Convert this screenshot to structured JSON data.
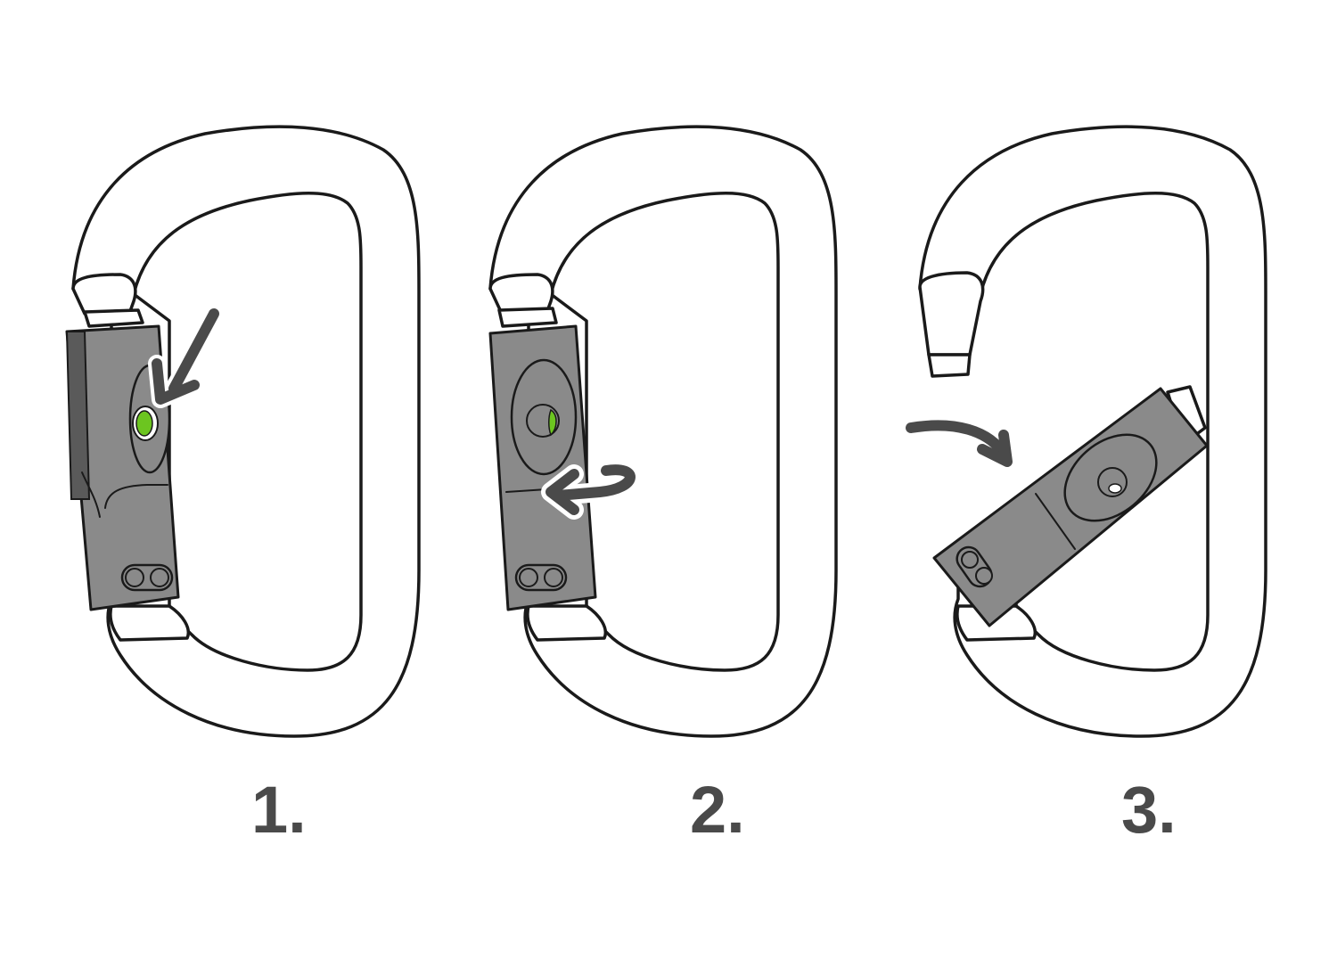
{
  "colors": {
    "gate": "#8a8a8a",
    "gate_dark": "#5a5a5a",
    "outline": "#1a1a1a",
    "arrow": "#4a4a4a",
    "indicator_green": "#6cc520",
    "label": "#4a4a4a",
    "background": "#ffffff"
  },
  "icons": [
    "carabiner-icon",
    "gate-icon",
    "press-arrow-icon",
    "rotate-arrow-icon",
    "swing-arrow-icon",
    "green-indicator-icon"
  ],
  "steps": [
    {
      "label": "1.",
      "action": "press-button"
    },
    {
      "label": "2.",
      "action": "rotate-gate"
    },
    {
      "label": "3.",
      "action": "open-gate"
    }
  ]
}
